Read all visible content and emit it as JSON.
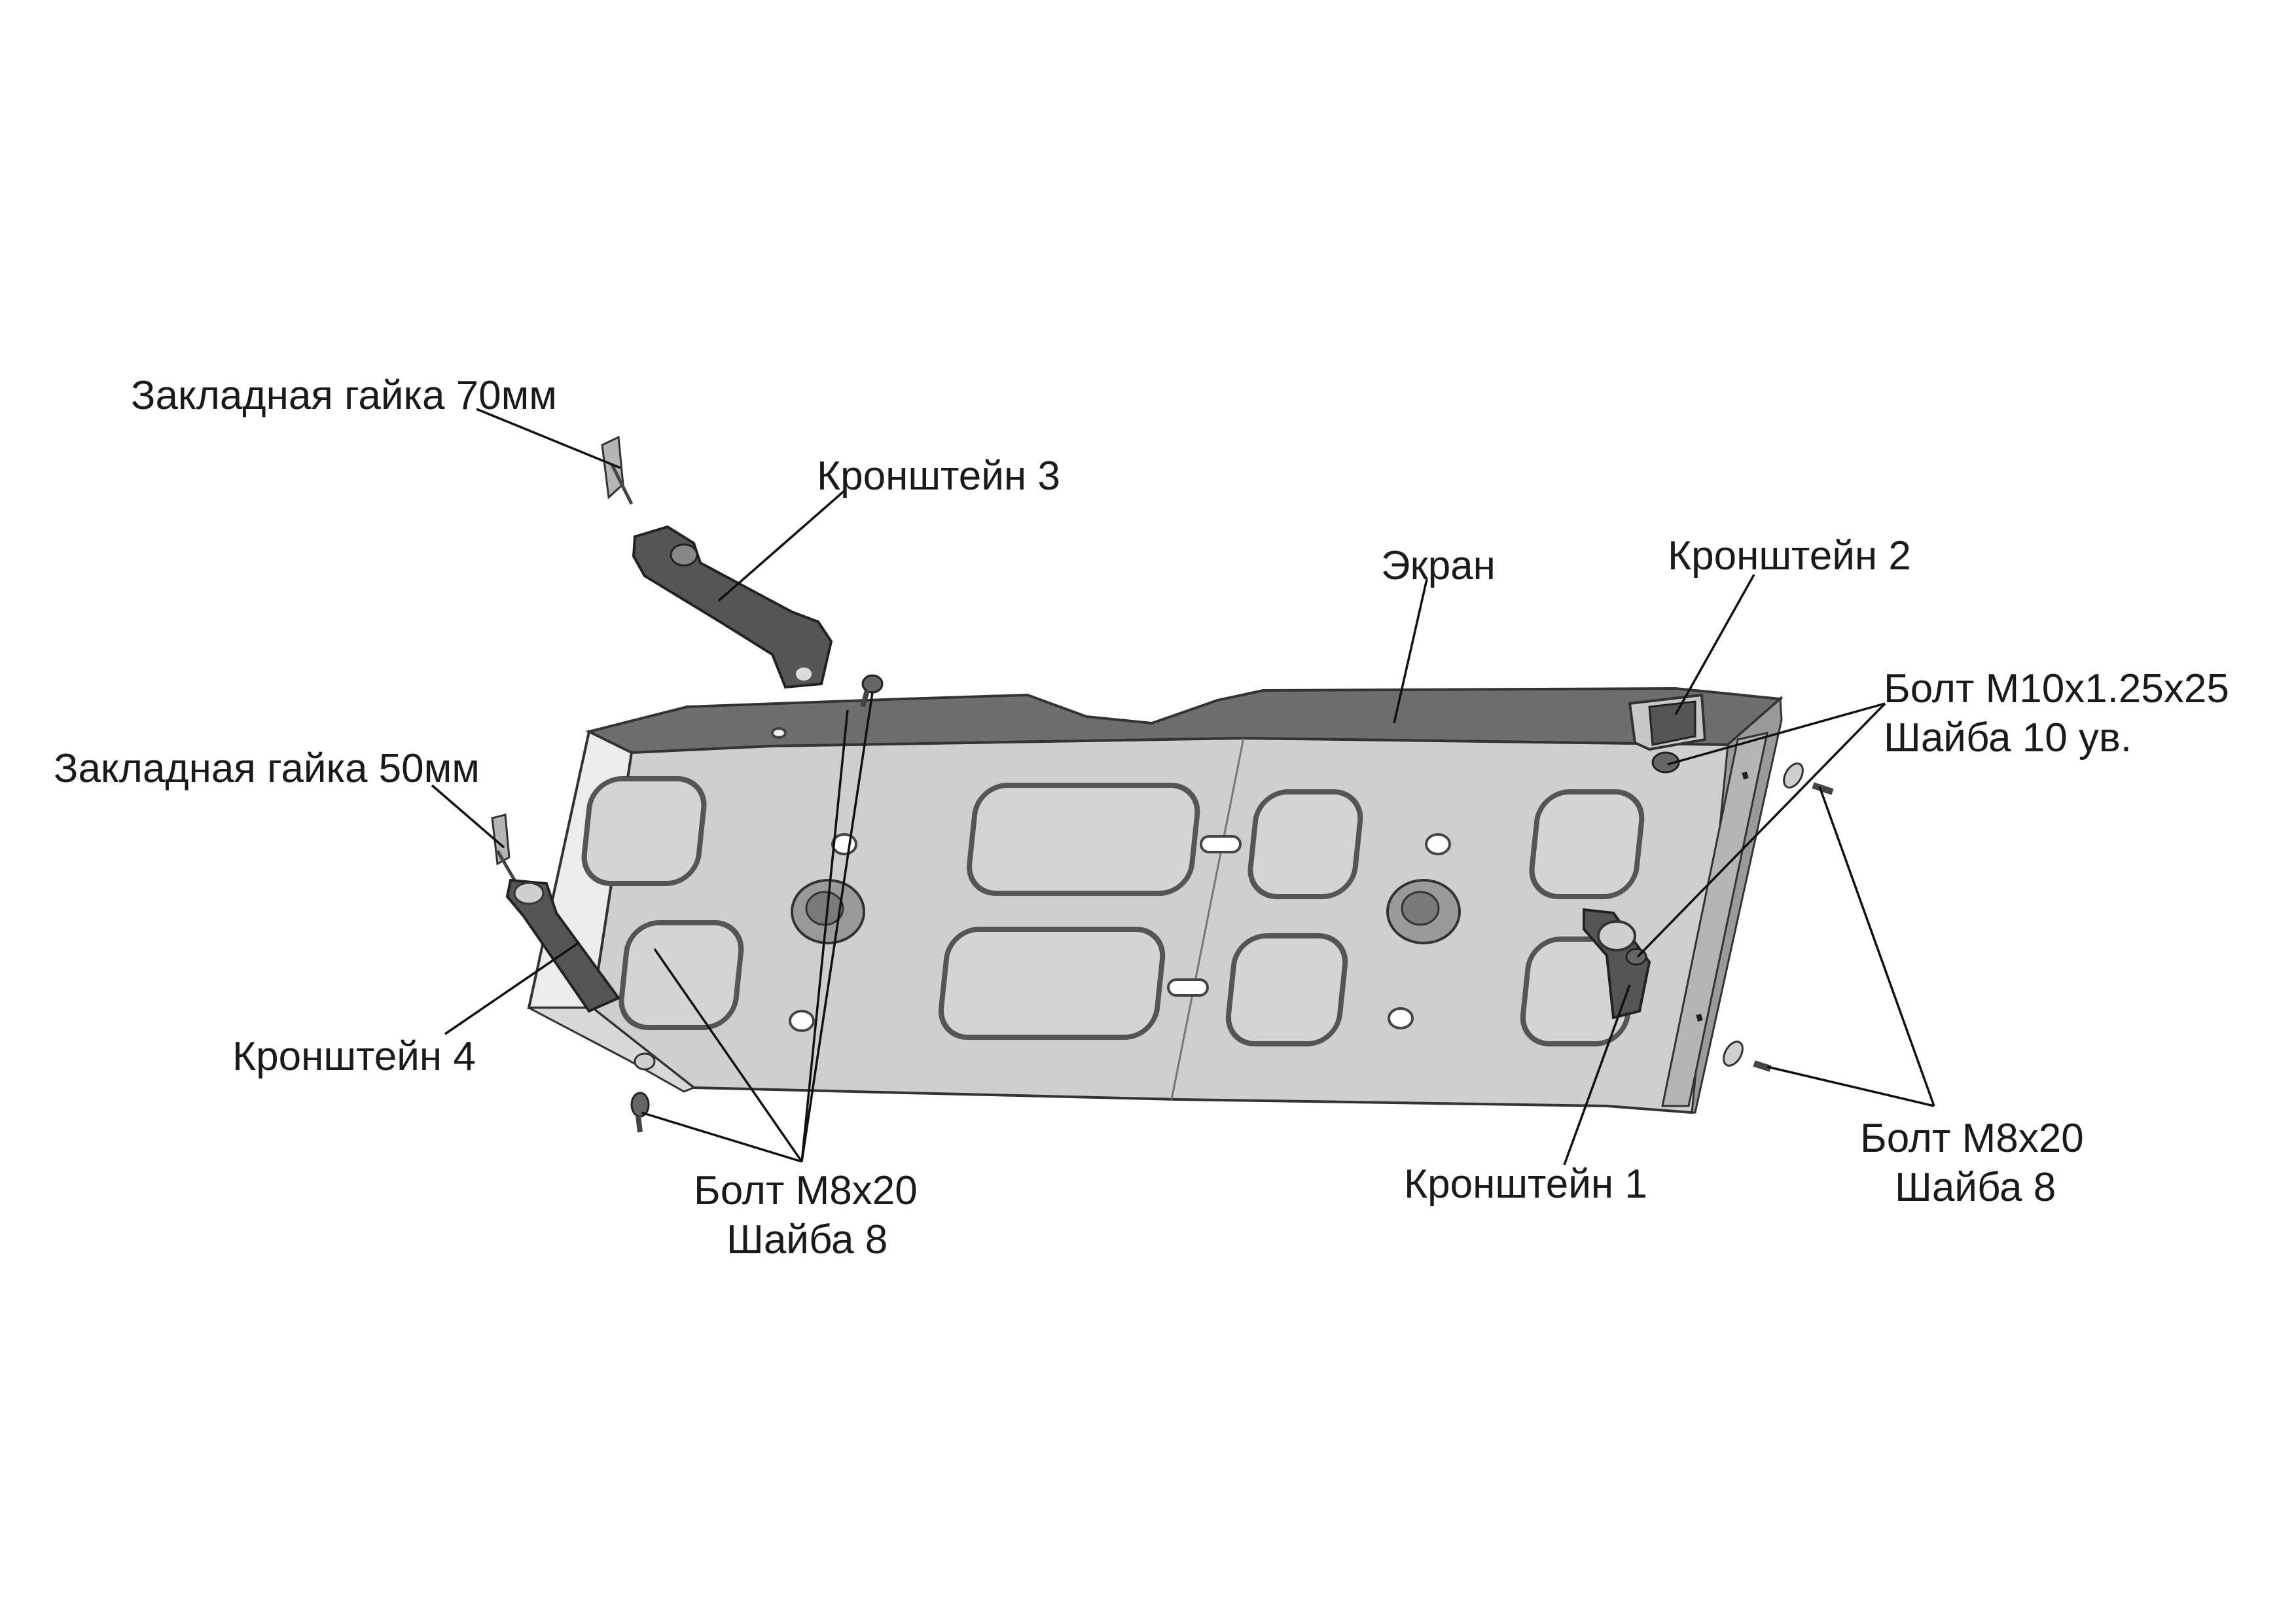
{
  "diagram": {
    "labels": {
      "nut_70": "Закладная гайка 70мм",
      "bracket_3": "Кронштейн 3",
      "screen": "Экран",
      "bracket_2": "Кронштейн 2",
      "bolt_m10_line1": "Болт М10х1.25х25",
      "bolt_m10_line2": "Шайба 10 ув.",
      "nut_50": "Закладная гайка 50мм",
      "bracket_4": "Кронштейн 4",
      "bolt_left_line1": "Болт М8х20",
      "bolt_left_line2": "Шайба 8",
      "bracket_1": "Кронштейн 1",
      "bolt_right_line1": "Болт М8х20",
      "bolt_right_line2": "Шайба 8"
    },
    "colors": {
      "plate_face": "#cfcfcf",
      "plate_side": "#b9b9b9",
      "plate_top_edge": "#6e6e6e",
      "bracket": "#555555",
      "outline": "#333333",
      "text": "#1a1a1a"
    }
  }
}
